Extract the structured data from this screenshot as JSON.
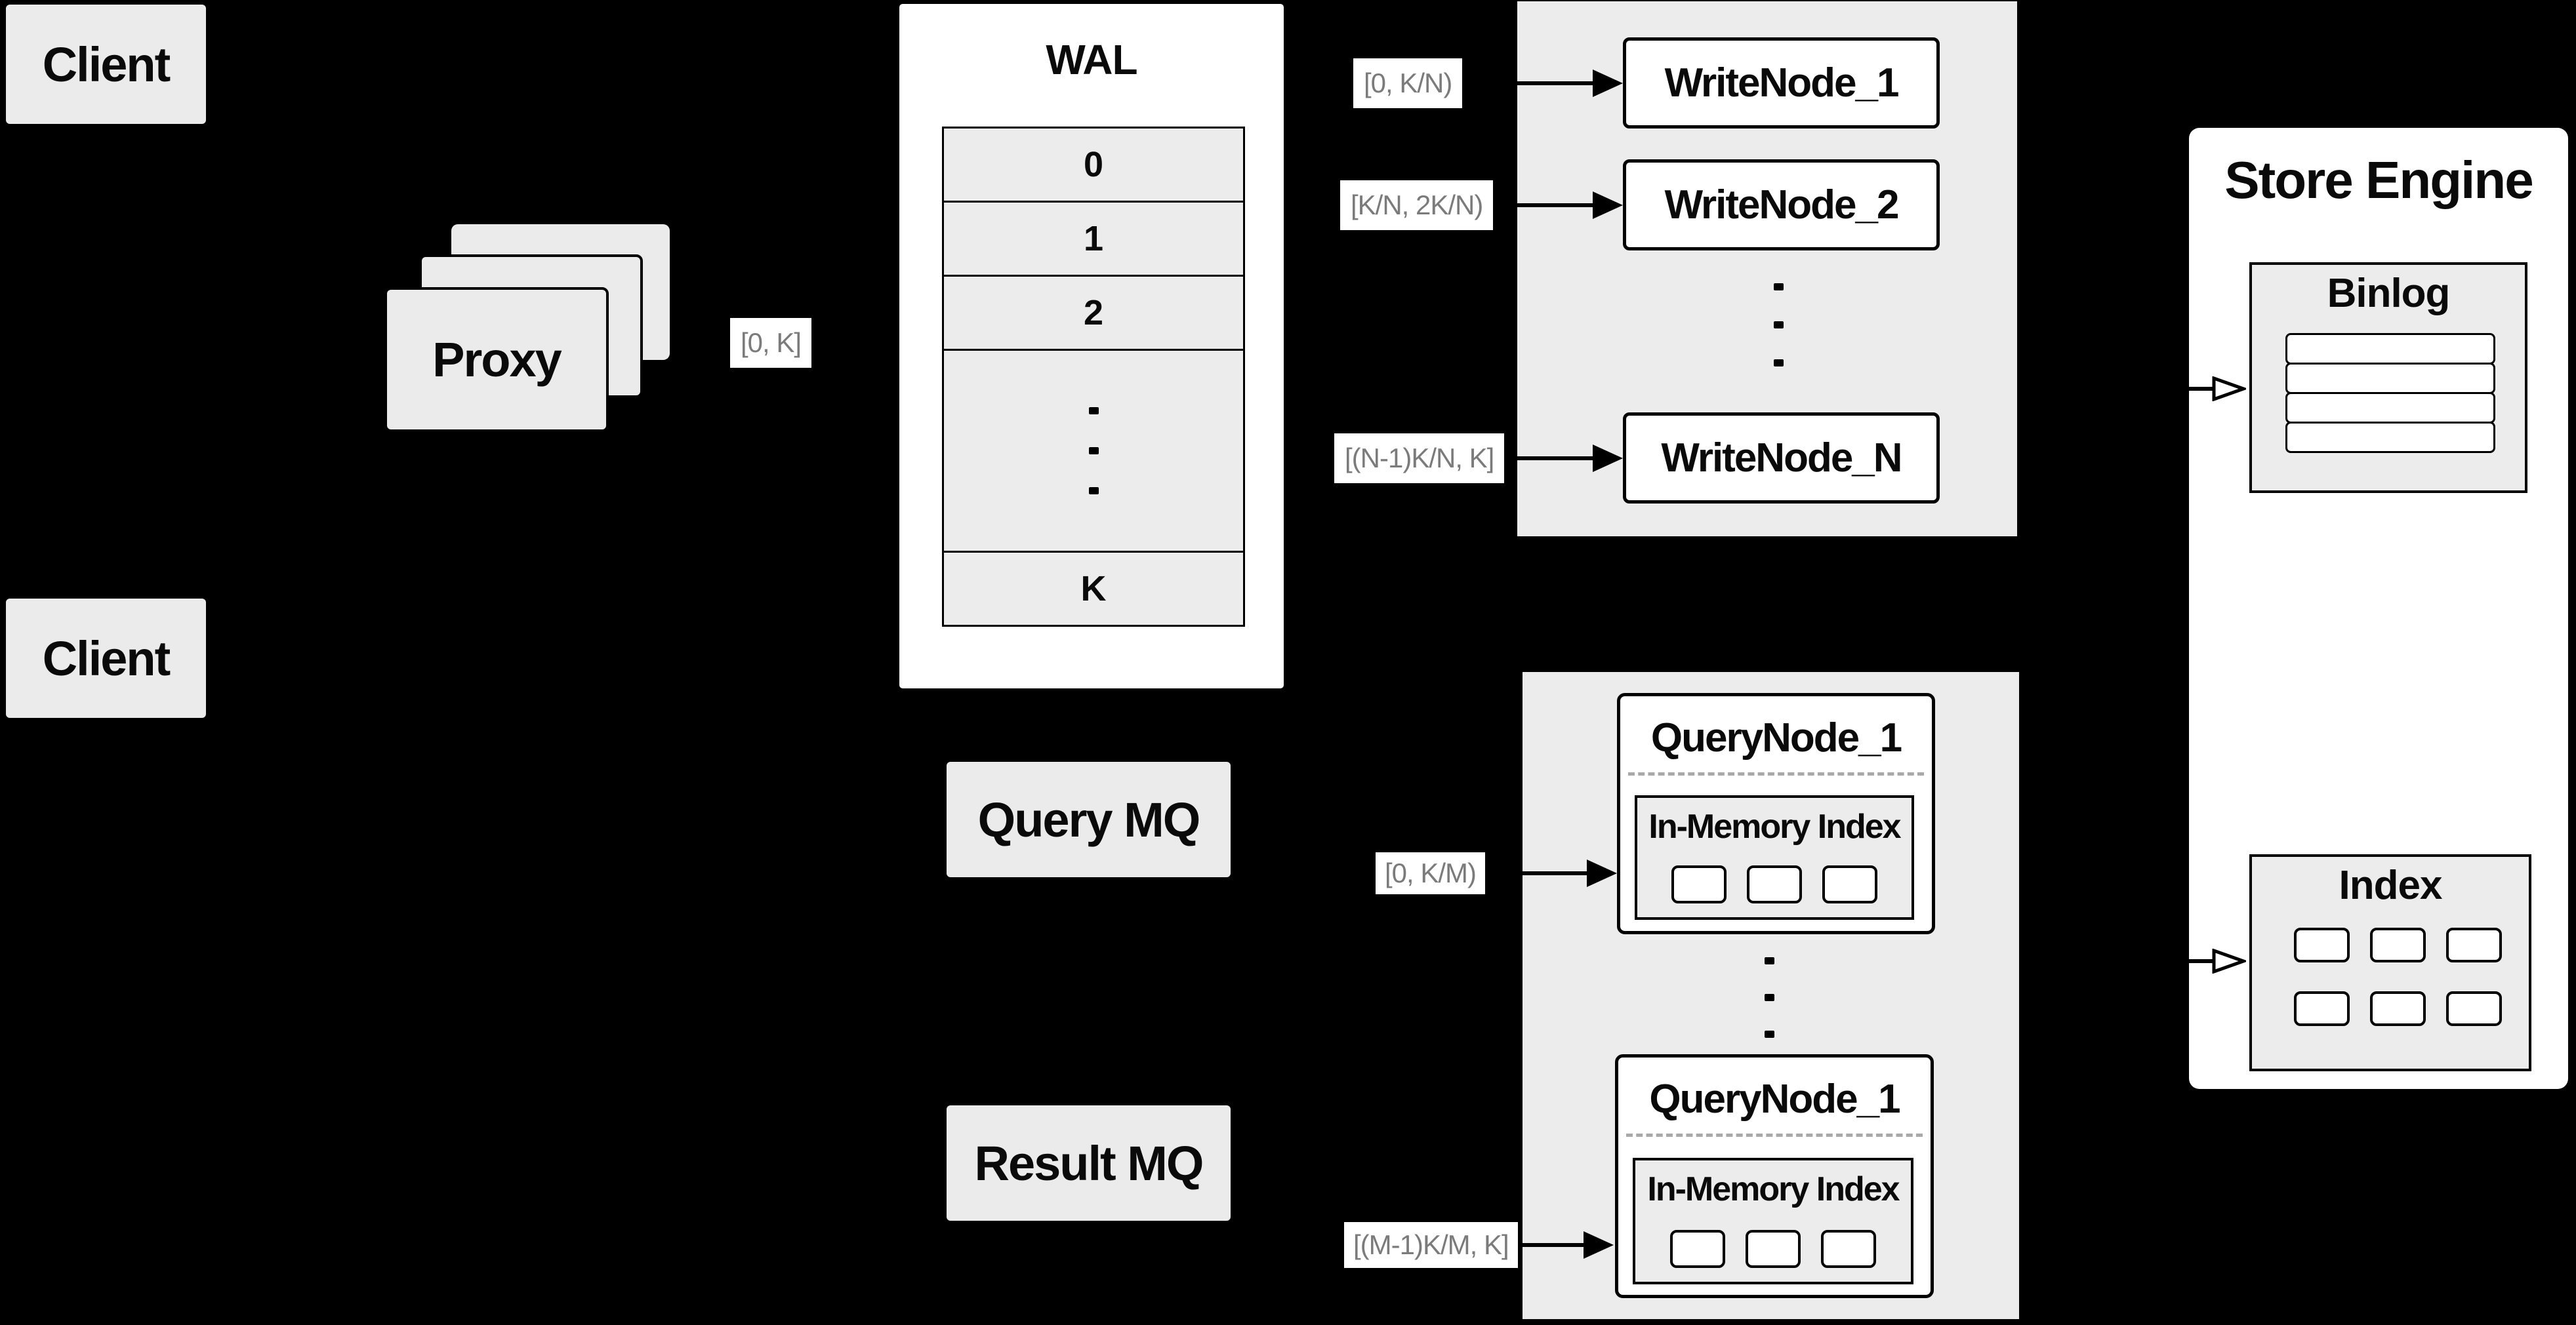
{
  "colors": {
    "background": "#000000",
    "box_fill": "#ebebeb",
    "panel_fill": "#ececec",
    "white": "#ffffff",
    "border": "#000000",
    "text": "#0a0a0a",
    "range_label_text": "#7b7b7b",
    "dashed_divider": "#a9a9a9"
  },
  "clients": {
    "top": "Client",
    "bottom": "Client"
  },
  "proxy": {
    "label": "Proxy",
    "range_label": "[0, K]"
  },
  "wal": {
    "title": "WAL",
    "rows": [
      "0",
      "1",
      "2"
    ],
    "last_row": "K"
  },
  "write_nodes": {
    "node1": "WriteNode_1",
    "node2": "WriteNode_2",
    "nodeN": "WriteNode_N",
    "label1": "[0,  K/N)",
    "label2": "[K/N, 2K/N)",
    "labelN": "[(N-1)K/N,  K]"
  },
  "mq": {
    "query": "Query MQ",
    "result": "Result MQ"
  },
  "query_nodes": {
    "node1_title": "QueryNode_1",
    "node2_title": "QueryNode_1",
    "inner_title": "In-Memory Index",
    "label1": "[0, K/M)",
    "label2": "[(M-1)K/M, K]"
  },
  "store_engine": {
    "title": "Store Engine",
    "binlog_title": "Binlog",
    "index_title": "Index"
  }
}
